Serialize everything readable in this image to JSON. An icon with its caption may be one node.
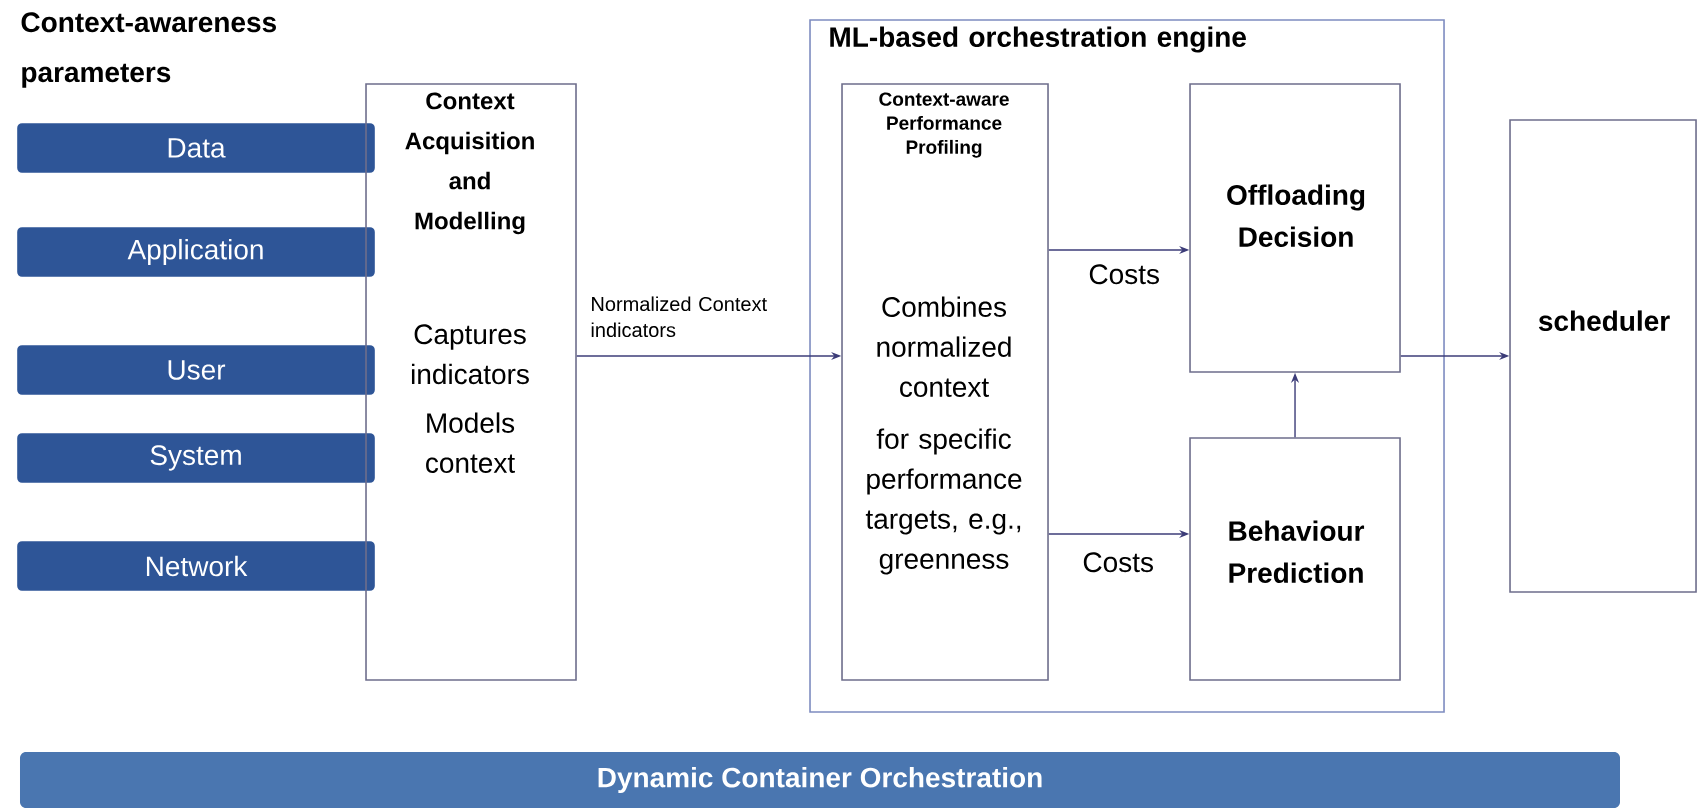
{
  "diagram": {
    "nodes": [
      {
        "text": [
          "Data"
        ]
      },
      {
        "text": [
          "Application"
        ]
      },
      {
        "text": [
          "User"
        ]
      },
      {
        "text": [
          "System"
        ]
      },
      {
        "text": [
          "Network"
        ]
      },
      {
        "text": [
          "Context Acquisition and Modelling",
          "Captures indicators",
          "Models context"
        ]
      },
      {
        "text": [
          "ML-based orchestration engine"
        ]
      },
      {
        "text": [
          "Context-aware Performance Profiling",
          "Combines normalized context",
          "for specific performance targets, e.g., greenness"
        ],
        "in": 6
      },
      {
        "text": [
          "Offloading Decision"
        ],
        "in": 6
      },
      {
        "text": [
          "Behaviour Prediction"
        ],
        "in": 6
      },
      {
        "text": [
          "scheduler"
        ]
      },
      {
        "text": [
          "Dynamic Container Orchestration"
        ]
      }
    ],
    "edges": [
      {
        "from": 5,
        "to": 7,
        "arrow": "to",
        "label": "Normalized Context indicators"
      },
      {
        "from": 7,
        "to": 8,
        "arrow": "to",
        "label": "Costs"
      },
      {
        "from": 7,
        "to": 9,
        "arrow": "to",
        "label": "Costs"
      },
      {
        "from": 9,
        "to": 8,
        "arrow": "to"
      },
      {
        "from": 8,
        "to": 10,
        "arrow": "to"
      }
    ],
    "labels": [
      "Context-awareness parameters"
    ]
  }
}
